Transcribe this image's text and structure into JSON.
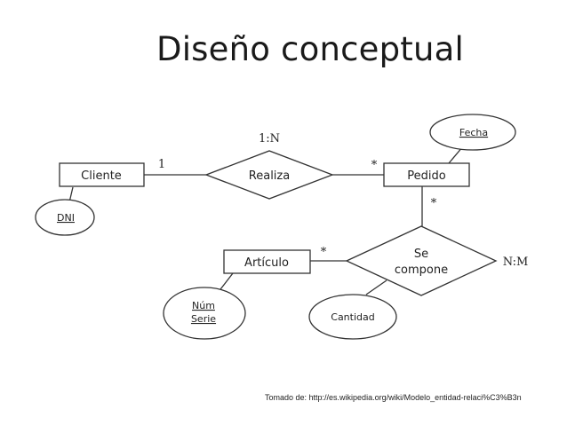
{
  "slide": {
    "title": "Diseño conceptual",
    "source_note": "Tomado de: http://es.wikipedia.org/wiki/Modelo_entidad-relaci%C3%B3n"
  },
  "diagram": {
    "entities": {
      "cliente": "Cliente",
      "pedido": "Pedido",
      "articulo": "Artículo"
    },
    "relationships": {
      "realiza": "Realiza",
      "se_compone_1": "Se",
      "se_compone_2": "compone"
    },
    "attributes": {
      "fecha": "Fecha",
      "dni": "DNI",
      "num_serie_1": "Núm",
      "num_serie_2": "Serie",
      "cantidad": "Cantidad"
    },
    "cardinalities": {
      "realiza_type": "1:N",
      "cliente_side": "1",
      "pedido_side_realiza": "*",
      "pedido_side_compone": "*",
      "articulo_side": "*",
      "compone_type": "N:M"
    }
  }
}
